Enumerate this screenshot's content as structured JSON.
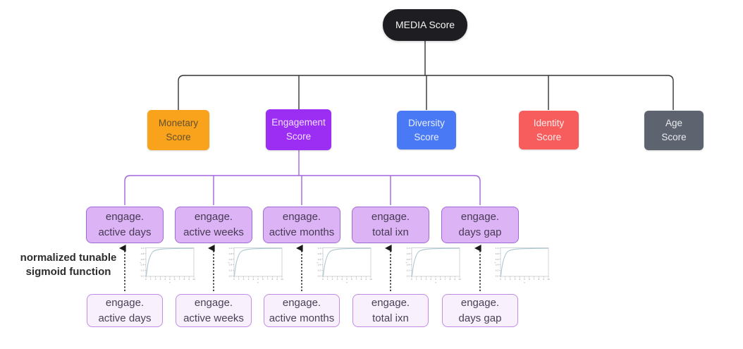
{
  "diagram": {
    "root": {
      "label": "MEDIA Score"
    },
    "scores": [
      {
        "label": "Monetary\nScore",
        "bg": "#f9a21c",
        "text_color": "#64512e"
      },
      {
        "label": "Engagement\nScore",
        "bg": "#9b2ef2",
        "text_color": "#f1e0ff"
      },
      {
        "label": "Diversity\nScore",
        "bg": "#4a79f5",
        "text_color": "#e6eeff"
      },
      {
        "label": "Identity\nScore",
        "bg": "#f75d5d",
        "text_color": "#ffecec"
      },
      {
        "label": "Age\nScore",
        "bg": "#5d6470",
        "text_color": "#e9ebee"
      }
    ],
    "engagement_inputs": [
      {
        "label": "engage.\nactive days"
      },
      {
        "label": "engage.\nactive weeks"
      },
      {
        "label": "engage.\nactive months"
      },
      {
        "label": "engage.\ntotal ixn"
      },
      {
        "label": "engage.\ndays gap"
      }
    ],
    "annotation": "normalized tunable\nsigmoid function",
    "colors": {
      "root_bg": "#1d1d22",
      "root_text": "#f5f5f5",
      "tree_line": "#333333",
      "purple_tree_line": "#a263de",
      "arrow": "#1a1a1a",
      "input_box_bg": "#dcb3f5",
      "input_box_border": "#a368d8",
      "input_box_text": "#473a54",
      "raw_box_bg": "#f8f1fd",
      "raw_box_border": "#c18be6",
      "raw_box_text": "#4a3f55",
      "chart_curve": "#a9c6cf",
      "chart_border": "#c7ccd2",
      "annotation_text": "#2d2d2d"
    }
  },
  "sigmoid_chart": {
    "type": "line",
    "description": "normalized tunable sigmoid curve rising steeply from origin and saturating near 1",
    "x_ticks": [
      0,
      1,
      2,
      3,
      4,
      5,
      6,
      7,
      8,
      9,
      10
    ],
    "y_ticks": [
      0.0,
      0.2,
      0.4,
      0.6,
      0.8,
      1.0
    ],
    "xlabel": "x",
    "ylabel": "y",
    "xlim": [
      0,
      10
    ],
    "ylim": [
      0,
      1
    ]
  }
}
